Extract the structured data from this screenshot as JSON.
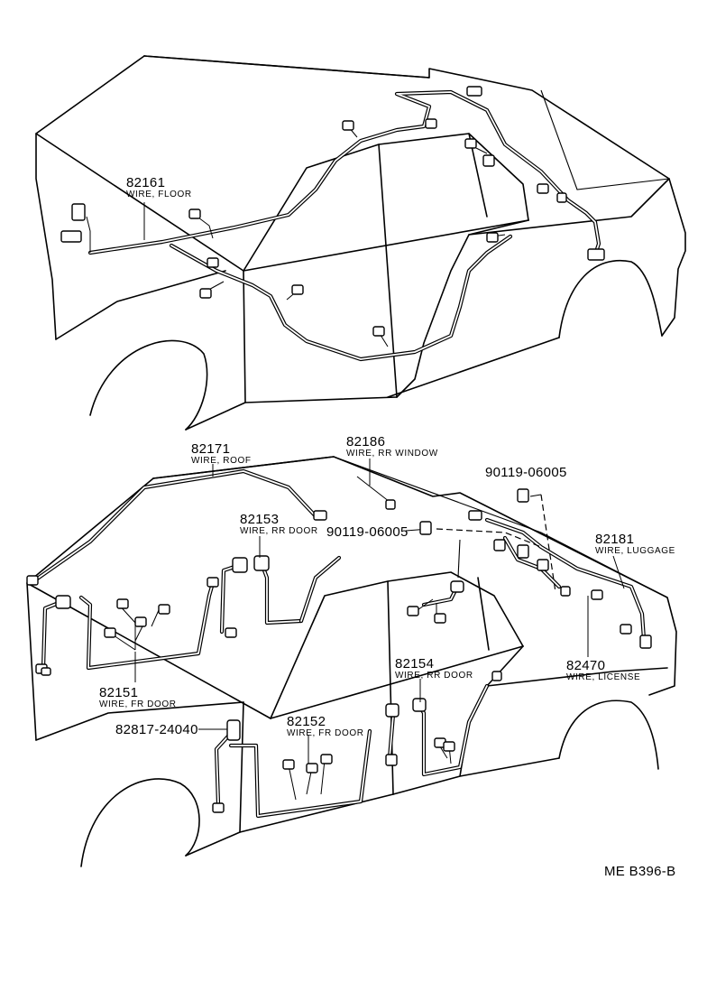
{
  "callouts": [
    {
      "part": "82161",
      "desc": "WIRE, FLOOR"
    },
    {
      "part": "82171",
      "desc": "WIRE, ROOF"
    },
    {
      "part": "82186",
      "desc": "WIRE, RR WINDOW"
    },
    {
      "part": "90119-06005",
      "desc": ""
    },
    {
      "part": "82153",
      "desc": "WIRE, RR DOOR"
    },
    {
      "part": "90119-06005",
      "desc": ""
    },
    {
      "part": "82181",
      "desc": "WIRE, LUGGAGE"
    },
    {
      "part": "82151",
      "desc": "WIRE, FR DOOR"
    },
    {
      "part": "82154",
      "desc": "WIRE, RR DOOR"
    },
    {
      "part": "82470",
      "desc": "WIRE, LICENSE"
    },
    {
      "part": "82817-24040",
      "desc": ""
    },
    {
      "part": "82152",
      "desc": "WIRE, FR DOOR"
    }
  ],
  "diagram_code": "ME B396-B"
}
